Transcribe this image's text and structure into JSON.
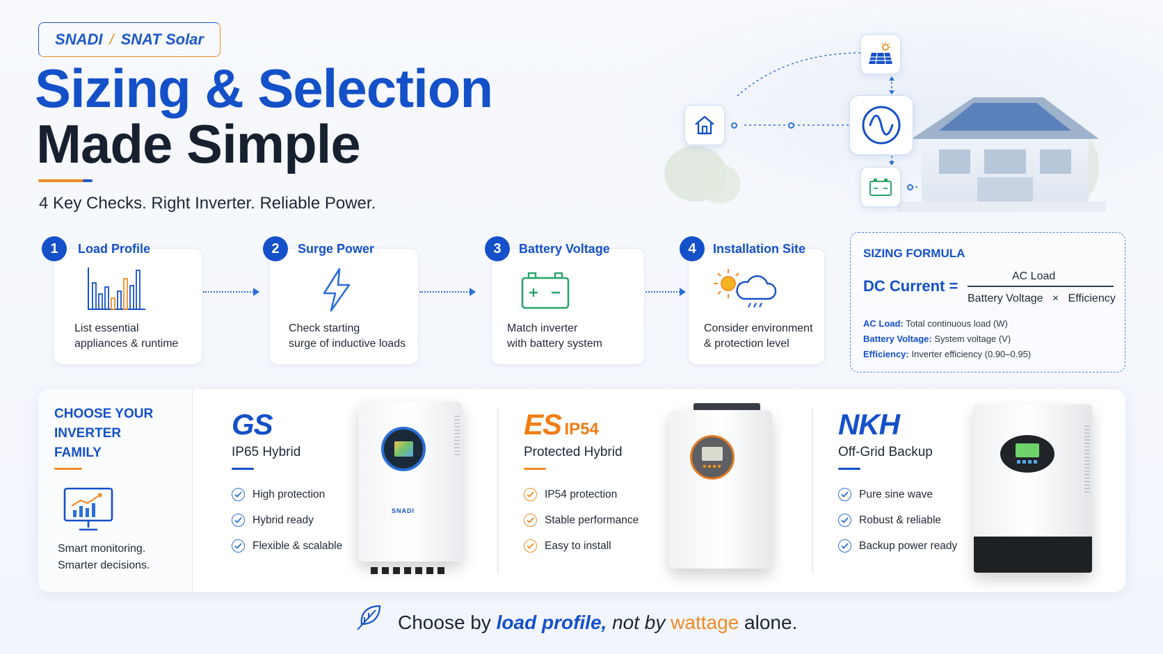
{
  "brand": {
    "part1": "SNADI",
    "separator": "/",
    "part2": "SNAT Solar"
  },
  "title": {
    "line1": "Sizing & Selection",
    "line2": "Made Simple"
  },
  "subtitle": "4 Key Checks. Right Inverter. Reliable Power.",
  "steps": [
    {
      "num": "1",
      "title": "Load Profile",
      "desc1": "List essential",
      "desc2": "appliances & runtime",
      "icon": "bar-chart-icon"
    },
    {
      "num": "2",
      "title": "Surge Power",
      "desc1": "Check starting",
      "desc2": "surge of inductive loads",
      "icon": "lightning-icon"
    },
    {
      "num": "3",
      "title": "Battery Voltage",
      "desc1": "Match inverter",
      "desc2": "with battery system",
      "icon": "battery-icon"
    },
    {
      "num": "4",
      "title": "Installation Site",
      "desc1": "Consider environment",
      "desc2": "& protection level",
      "icon": "weather-icon"
    }
  ],
  "formula": {
    "title": "SIZING FORMULA",
    "lhs": "DC Current =",
    "numerator": "AC Load",
    "denominator_a": "Battery Voltage",
    "times": "×",
    "denominator_b": "Efficiency",
    "defs": [
      {
        "term": "AC Load:",
        "text": "Total continuous load (W)"
      },
      {
        "term": "Battery Voltage:",
        "text": "System voltage (V)"
      },
      {
        "term": "Efficiency:",
        "text": "Inverter efficiency (0.90–0.95)"
      }
    ]
  },
  "families_panel": {
    "heading1": "CHOOSE YOUR",
    "heading2": "INVERTER",
    "heading3": "FAMILY",
    "side_text1": "Smart monitoring.",
    "side_text2": "Smarter decisions."
  },
  "families": [
    {
      "name": "GS",
      "suffix": "",
      "type": "IP65 Hybrid",
      "features": [
        "High protection",
        "Hybrid ready",
        "Flexible & scalable"
      ],
      "device_label": "SNADI"
    },
    {
      "name": "ES",
      "suffix": "IP54",
      "type": "Protected Hybrid",
      "features": [
        "IP54 protection",
        "Stable performance",
        "Easy to install"
      ]
    },
    {
      "name": "NKH",
      "suffix": "",
      "type": "Off-Grid Backup",
      "features": [
        "Pure sine wave",
        "Robust & reliable",
        "Backup power ready"
      ]
    }
  ],
  "tagline": {
    "p1": "Choose by ",
    "p2": "load profile,",
    "p3": " not by ",
    "p4": "wattage",
    "p5": " alone."
  },
  "colors": {
    "primary": "#1450c8",
    "accent": "#f08a24",
    "dark": "#17202e"
  }
}
